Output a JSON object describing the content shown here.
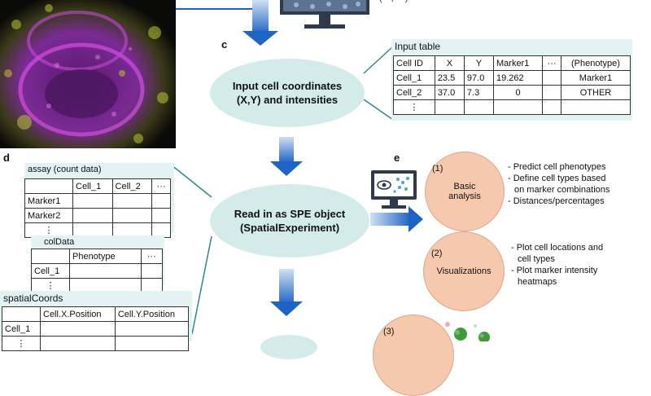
{
  "panel_c": {
    "letter": "c",
    "ellipse_text": [
      "Input cell coordinates",
      "(X,Y) and intensities"
    ],
    "table_title": "Input table",
    "header": [
      "Cell ID",
      "X",
      "Y",
      "Marker1",
      "···",
      "(Phenotype)"
    ],
    "rows": [
      [
        "Cell_1",
        "23.5",
        "97.0",
        "19.262",
        "",
        "Marker1"
      ],
      [
        "Cell_2",
        "37.0",
        "7.3",
        "0",
        "",
        "OTHER"
      ],
      [
        "⋮",
        "",
        "",
        "",
        "",
        ""
      ]
    ]
  },
  "panel_d": {
    "letter": "d",
    "ellipse_text": [
      "Read in as SPE object",
      "(SpatialExperiment)"
    ],
    "assay": {
      "title": "assay (count data)",
      "header": [
        "",
        "Cell_1",
        "Cell_2",
        "···"
      ],
      "rows": [
        [
          "Marker1",
          "",
          "",
          ""
        ],
        [
          "Marker2",
          "",
          "",
          ""
        ],
        [
          "⋮",
          "",
          "",
          ""
        ]
      ]
    },
    "coldata": {
      "title": "colData",
      "header": [
        "",
        "Phenotype",
        "···"
      ],
      "rows": [
        [
          "Cell_1",
          "",
          ""
        ],
        [
          "⋮",
          "",
          ""
        ]
      ]
    },
    "spatial": {
      "title": "spatialCoords",
      "header": [
        "",
        "Cell.X.Position",
        "Cell.Y.Position"
      ],
      "rows": [
        [
          "Cell_1",
          "",
          ""
        ],
        [
          "⋮",
          "",
          ""
        ]
      ]
    }
  },
  "panel_e": {
    "letter": "e",
    "circles": [
      {
        "num": "(1)",
        "label": [
          "Basic",
          "analysis"
        ],
        "bullets": [
          "- Predict cell phenotypes",
          "- Define cell types based",
          "  on marker combinations",
          "- Distances/percentages"
        ]
      },
      {
        "num": "(2)",
        "label": [
          "Visualizations"
        ],
        "bullets": [
          "- Plot cell locations and",
          "  cell types",
          "- Plot marker intensity",
          "  heatmaps"
        ]
      },
      {
        "num": "(3)",
        "label": [],
        "bullets": []
      }
    ]
  },
  "colors": {
    "ellipse": "#d3ece9",
    "callout": "#e3f3f3",
    "circle": "#f6c8ae",
    "arrow": "#1f63c4",
    "dot": "#3f9a3a"
  },
  "icons": [
    "microscopy-image",
    "monitor-icon",
    "computer-analysis-icon",
    "green-dots-icon"
  ],
  "top_partial_text": "(···, ···)"
}
